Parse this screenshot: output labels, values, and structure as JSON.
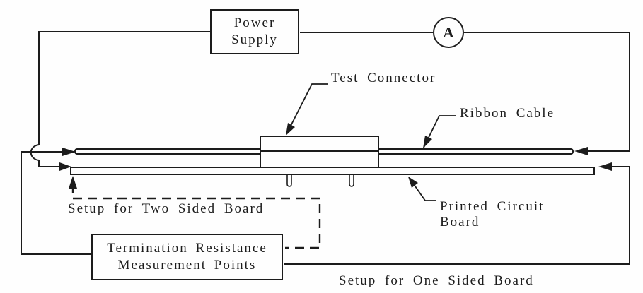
{
  "power_supply": {
    "line1": "Power",
    "line2": "Supply"
  },
  "ammeter": {
    "label": "A"
  },
  "labels": {
    "test_connector": "Test Connector",
    "ribbon_cable": "Ribbon Cable",
    "pcb_line1": "Printed Circuit",
    "pcb_line2": "Board"
  },
  "termination_box": {
    "line1": "Termination Resistance",
    "line2": "Measurement Points"
  },
  "captions": {
    "two_sided": "Setup for Two Sided Board",
    "one_sided": "Setup for One Sided Board"
  },
  "colors": {
    "ink": "#1c1c1c",
    "background": "#fefefe"
  }
}
